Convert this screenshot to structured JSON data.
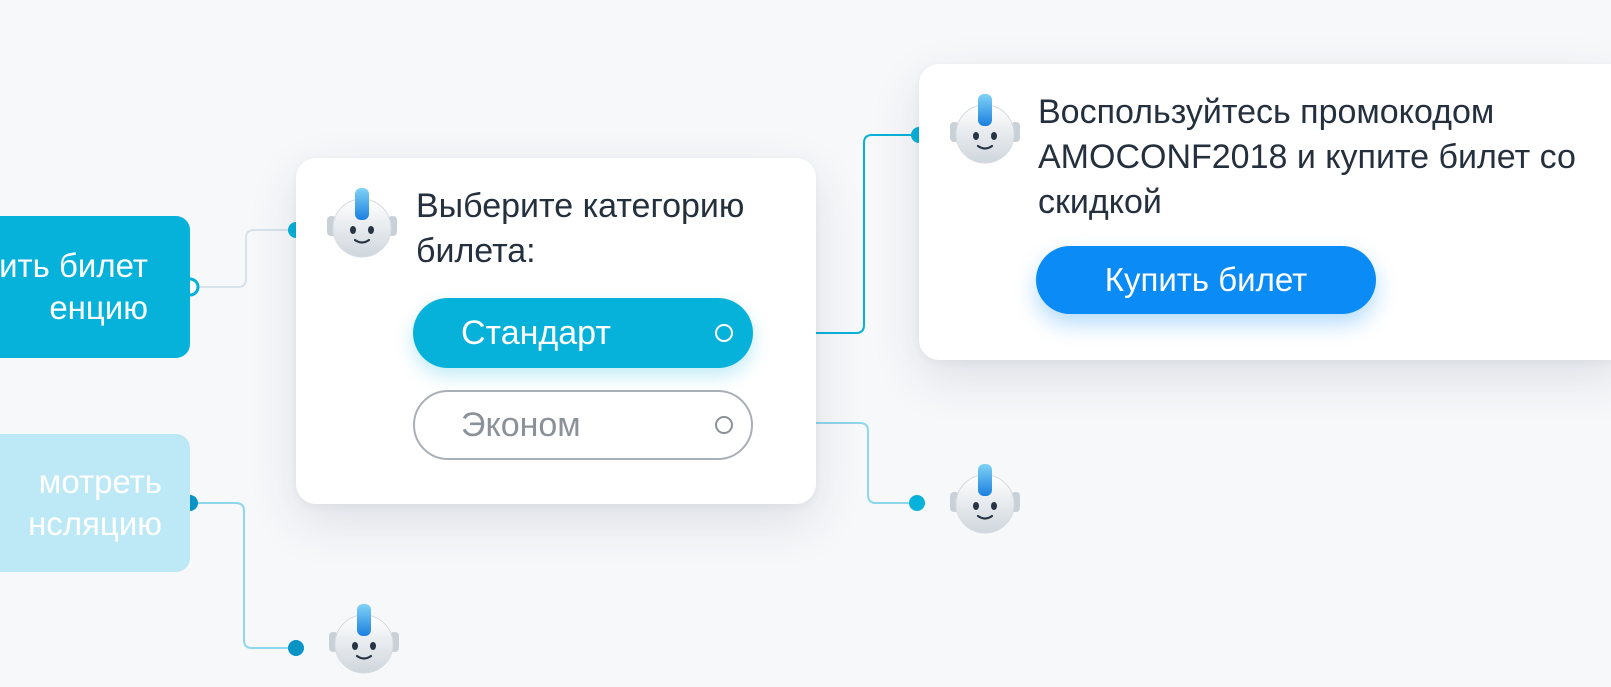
{
  "left_buttons": {
    "buy_ticket": {
      "line1": "ить билет",
      "line2": "енцию"
    },
    "watch_stream": {
      "line1": "мотреть",
      "line2": "нсляцию"
    }
  },
  "category_card": {
    "prompt": "Выберите категорию билета:",
    "options": [
      {
        "label": "Стандарт",
        "selected": true
      },
      {
        "label": "Эконом",
        "selected": false
      }
    ]
  },
  "promo_card": {
    "message": "Воспользуйтесь промокодом AMOCONF2018 и купите билет со скидкой",
    "button_label": "Купить билет"
  },
  "colors": {
    "accent": "#07b2da",
    "accent_light": "#bde9f6",
    "button_blue": "#0b8bf5",
    "text_dark": "#25303e",
    "muted": "#8a9199"
  },
  "icons": [
    "robot-avatar-icon",
    "connector-dot-icon"
  ]
}
